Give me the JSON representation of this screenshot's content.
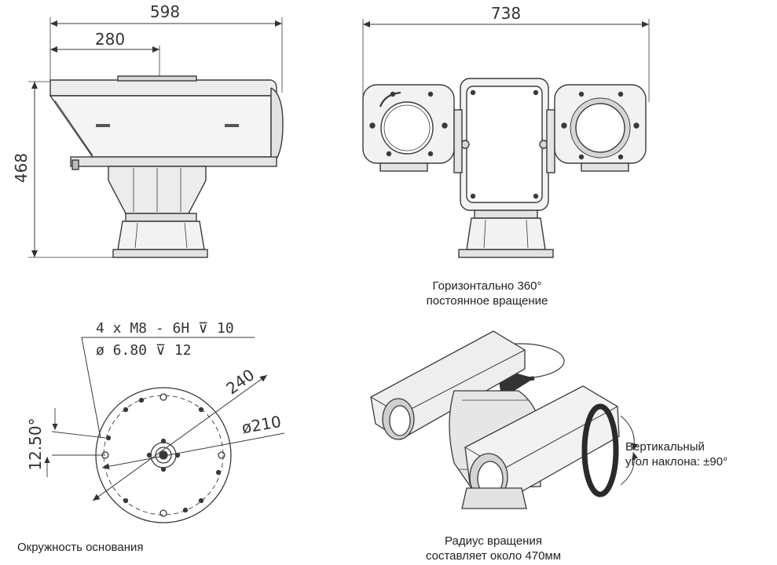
{
  "dimensions": {
    "side_width": "598",
    "side_partial": "280",
    "side_height": "468",
    "front_width": "738",
    "base_outer": "240",
    "base_pcd": "ø210",
    "base_angle": "12.50°"
  },
  "callout": {
    "line1": "4 x  M8 - 6H ⊽ 10",
    "line2": "ø 6.80 ⊽ 12"
  },
  "captions": {
    "rotation_line1": "Горизонтально 360°",
    "rotation_line2": "постоянное вращение",
    "tilt_line1": "Вертикальный",
    "tilt_line2": "угол наклона: ±90°",
    "base_circle": "Окружность основания",
    "radius_line1": "Радиус вращения",
    "radius_line2": "составляет около 470мм"
  },
  "colors": {
    "line": "#3a3a3a",
    "fill_light": "#ececec",
    "fill_mid": "#d6d6d6",
    "fill_dark": "#bdbdbd"
  }
}
